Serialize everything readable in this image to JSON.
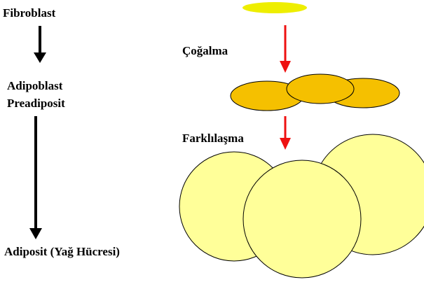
{
  "lineage": {
    "stages": [
      {
        "label": "Fibroblast"
      },
      {
        "label": "Adipoblast"
      },
      {
        "label": "Preadiposit"
      },
      {
        "label": "Adiposit (Yağ Hücresi)"
      }
    ]
  },
  "process": {
    "steps": [
      {
        "label": "Çoğalma"
      },
      {
        "label": "Farklılaşma"
      }
    ]
  },
  "colors": {
    "text": "#000000",
    "lineage_arrow": "#000000",
    "process_arrow": "#ee1111",
    "fibroblast_cell": "#eeee00",
    "preadipocyte_cell": "#f5c000",
    "adipocyte_cell": "#ffff99",
    "cell_outline": "#000000"
  }
}
